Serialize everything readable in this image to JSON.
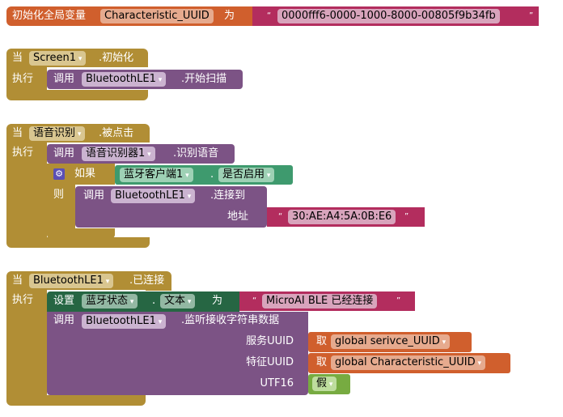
{
  "global_var": {
    "label": "初始化全局变量",
    "name": "Characteristic_UUID",
    "as": "为",
    "value": "0000fff6-0000-1000-8000-00805f9b34fb",
    "quote_open": "“",
    "quote_close": "”"
  },
  "screen_init": {
    "when": "当",
    "component": "Screen1",
    "event": ".初始化",
    "do": "执行",
    "call": "调用",
    "call_component": "BluetoothLE1",
    "method": ".开始扫描"
  },
  "speech_click": {
    "when": "当",
    "component": "语音识别",
    "event": ".被点击",
    "do": "执行",
    "call": "调用",
    "call_component": "语音识别器1",
    "method": ".识别语音",
    "if_label": "如果",
    "then_label": "则",
    "cond_component": "蓝牙客户端1",
    "cond_dot": ".",
    "cond_property": "是否启用",
    "connect_call": "调用",
    "connect_component": "BluetoothLE1",
    "connect_method": ".连接到",
    "address_label": "地址",
    "address_value": "30:AE:A4:5A:0B:E6"
  },
  "ble_connected": {
    "when": "当",
    "component": "BluetoothLE1",
    "event": ".已连接",
    "do": "执行",
    "set": "设置",
    "set_component": "蓝牙状态",
    "set_dot": ".",
    "set_property": "文本",
    "set_as": "为",
    "set_value": "MicroAI BLE 已经连接",
    "call": "调用",
    "call_component": "BluetoothLE1",
    "method": ".监听接收字符串数据",
    "service_label": "服务UUID",
    "get": "取",
    "service_var": "global serivce_UUID",
    "char_label": "特征UUID",
    "char_var": "global Characteristic_UUID",
    "utf16_label": "UTF16",
    "utf16_value": "假"
  }
}
